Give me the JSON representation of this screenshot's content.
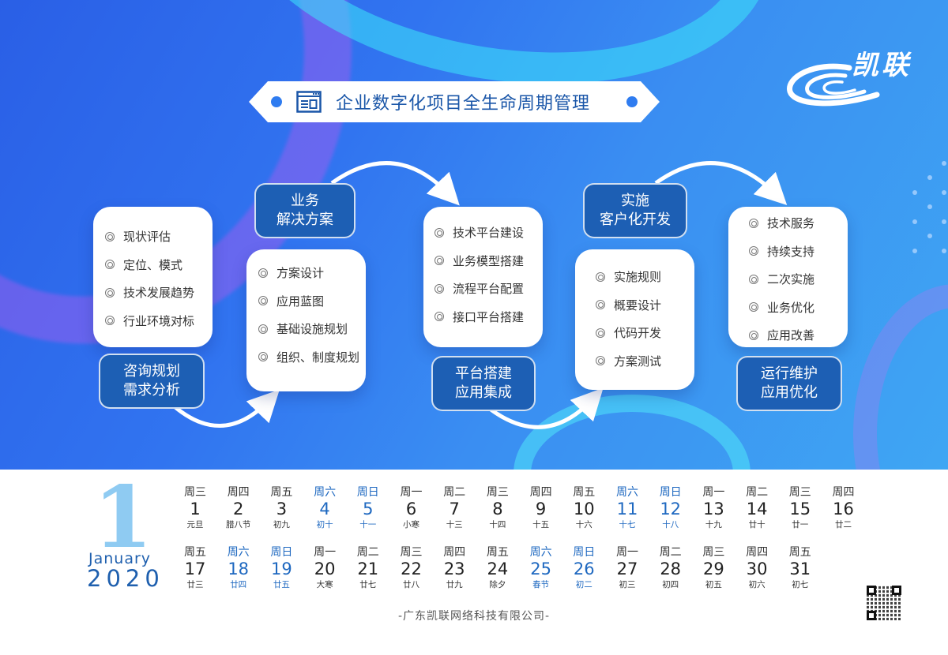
{
  "header": {
    "title": "企业数字化项目全生命周期管理",
    "title_icon": "browser-window-icon",
    "logo_text": "凯联",
    "logo_icon": "ripple-swirl-logo"
  },
  "colors": {
    "banner_start": "#2a5fe6",
    "banner_end": "#3fa6f3",
    "phase_box": "#1d5fb4",
    "title_text": "#1a56a8",
    "weekend": "#1e68c0",
    "big_month_number": "#8fcbf2"
  },
  "stages": [
    {
      "phase_label_line1": "咨询规划",
      "phase_label_line2": "需求分析",
      "items": [
        "现状评估",
        "定位、模式",
        "技术发展趋势",
        "行业环境对标"
      ]
    },
    {
      "phase_label_line1": "业务",
      "phase_label_line2": "解决方案",
      "items": [
        "方案设计",
        "应用蓝图",
        "基础设施规划",
        "组织、制度规划"
      ]
    },
    {
      "phase_label_line1": "平台搭建",
      "phase_label_line2": "应用集成",
      "items": [
        "技术平台建设",
        "业务模型搭建",
        "流程平台配置",
        "接口平台搭建"
      ]
    },
    {
      "phase_label_line1": "实施",
      "phase_label_line2": "客户化开发",
      "items": [
        "实施规则",
        "概要设计",
        "代码开发",
        "方案测试"
      ]
    },
    {
      "phase_label_line1": "运行维护",
      "phase_label_line2": "应用优化",
      "items": [
        "技术服务",
        "持续支持",
        "二次实施",
        "业务优化",
        "应用改善"
      ]
    }
  ],
  "calendar": {
    "month_number": "1",
    "month_name": "January",
    "year": "2020",
    "days": [
      {
        "wk": "周三",
        "d": "1",
        "l": "元旦",
        "we": false
      },
      {
        "wk": "周四",
        "d": "2",
        "l": "腊八节",
        "we": false
      },
      {
        "wk": "周五",
        "d": "3",
        "l": "初九",
        "we": false
      },
      {
        "wk": "周六",
        "d": "4",
        "l": "初十",
        "we": true
      },
      {
        "wk": "周日",
        "d": "5",
        "l": "十一",
        "we": true
      },
      {
        "wk": "周一",
        "d": "6",
        "l": "小寒",
        "we": false
      },
      {
        "wk": "周二",
        "d": "7",
        "l": "十三",
        "we": false
      },
      {
        "wk": "周三",
        "d": "8",
        "l": "十四",
        "we": false
      },
      {
        "wk": "周四",
        "d": "9",
        "l": "十五",
        "we": false
      },
      {
        "wk": "周五",
        "d": "10",
        "l": "十六",
        "we": false
      },
      {
        "wk": "周六",
        "d": "11",
        "l": "十七",
        "we": true
      },
      {
        "wk": "周日",
        "d": "12",
        "l": "十八",
        "we": true
      },
      {
        "wk": "周一",
        "d": "13",
        "l": "十九",
        "we": false
      },
      {
        "wk": "周二",
        "d": "14",
        "l": "廿十",
        "we": false
      },
      {
        "wk": "周三",
        "d": "15",
        "l": "廿一",
        "we": false
      },
      {
        "wk": "周四",
        "d": "16",
        "l": "廿二",
        "we": false
      },
      {
        "wk": "周五",
        "d": "17",
        "l": "廿三",
        "we": false
      },
      {
        "wk": "周六",
        "d": "18",
        "l": "廿四",
        "we": true
      },
      {
        "wk": "周日",
        "d": "19",
        "l": "廿五",
        "we": true
      },
      {
        "wk": "周一",
        "d": "20",
        "l": "大寒",
        "we": false
      },
      {
        "wk": "周二",
        "d": "21",
        "l": "廿七",
        "we": false
      },
      {
        "wk": "周三",
        "d": "22",
        "l": "廿八",
        "we": false
      },
      {
        "wk": "周四",
        "d": "23",
        "l": "廿九",
        "we": false
      },
      {
        "wk": "周五",
        "d": "24",
        "l": "除夕",
        "we": false
      },
      {
        "wk": "周六",
        "d": "25",
        "l": "春节",
        "we": true
      },
      {
        "wk": "周日",
        "d": "26",
        "l": "初二",
        "we": true
      },
      {
        "wk": "周一",
        "d": "27",
        "l": "初三",
        "we": false
      },
      {
        "wk": "周二",
        "d": "28",
        "l": "初四",
        "we": false
      },
      {
        "wk": "周三",
        "d": "29",
        "l": "初五",
        "we": false
      },
      {
        "wk": "周四",
        "d": "30",
        "l": "初六",
        "we": false
      },
      {
        "wk": "周五",
        "d": "31",
        "l": "初七",
        "we": false
      }
    ]
  },
  "footer": {
    "company": "-广东凯联网络科技有限公司-",
    "qr_icon": "qr-code-icon"
  }
}
